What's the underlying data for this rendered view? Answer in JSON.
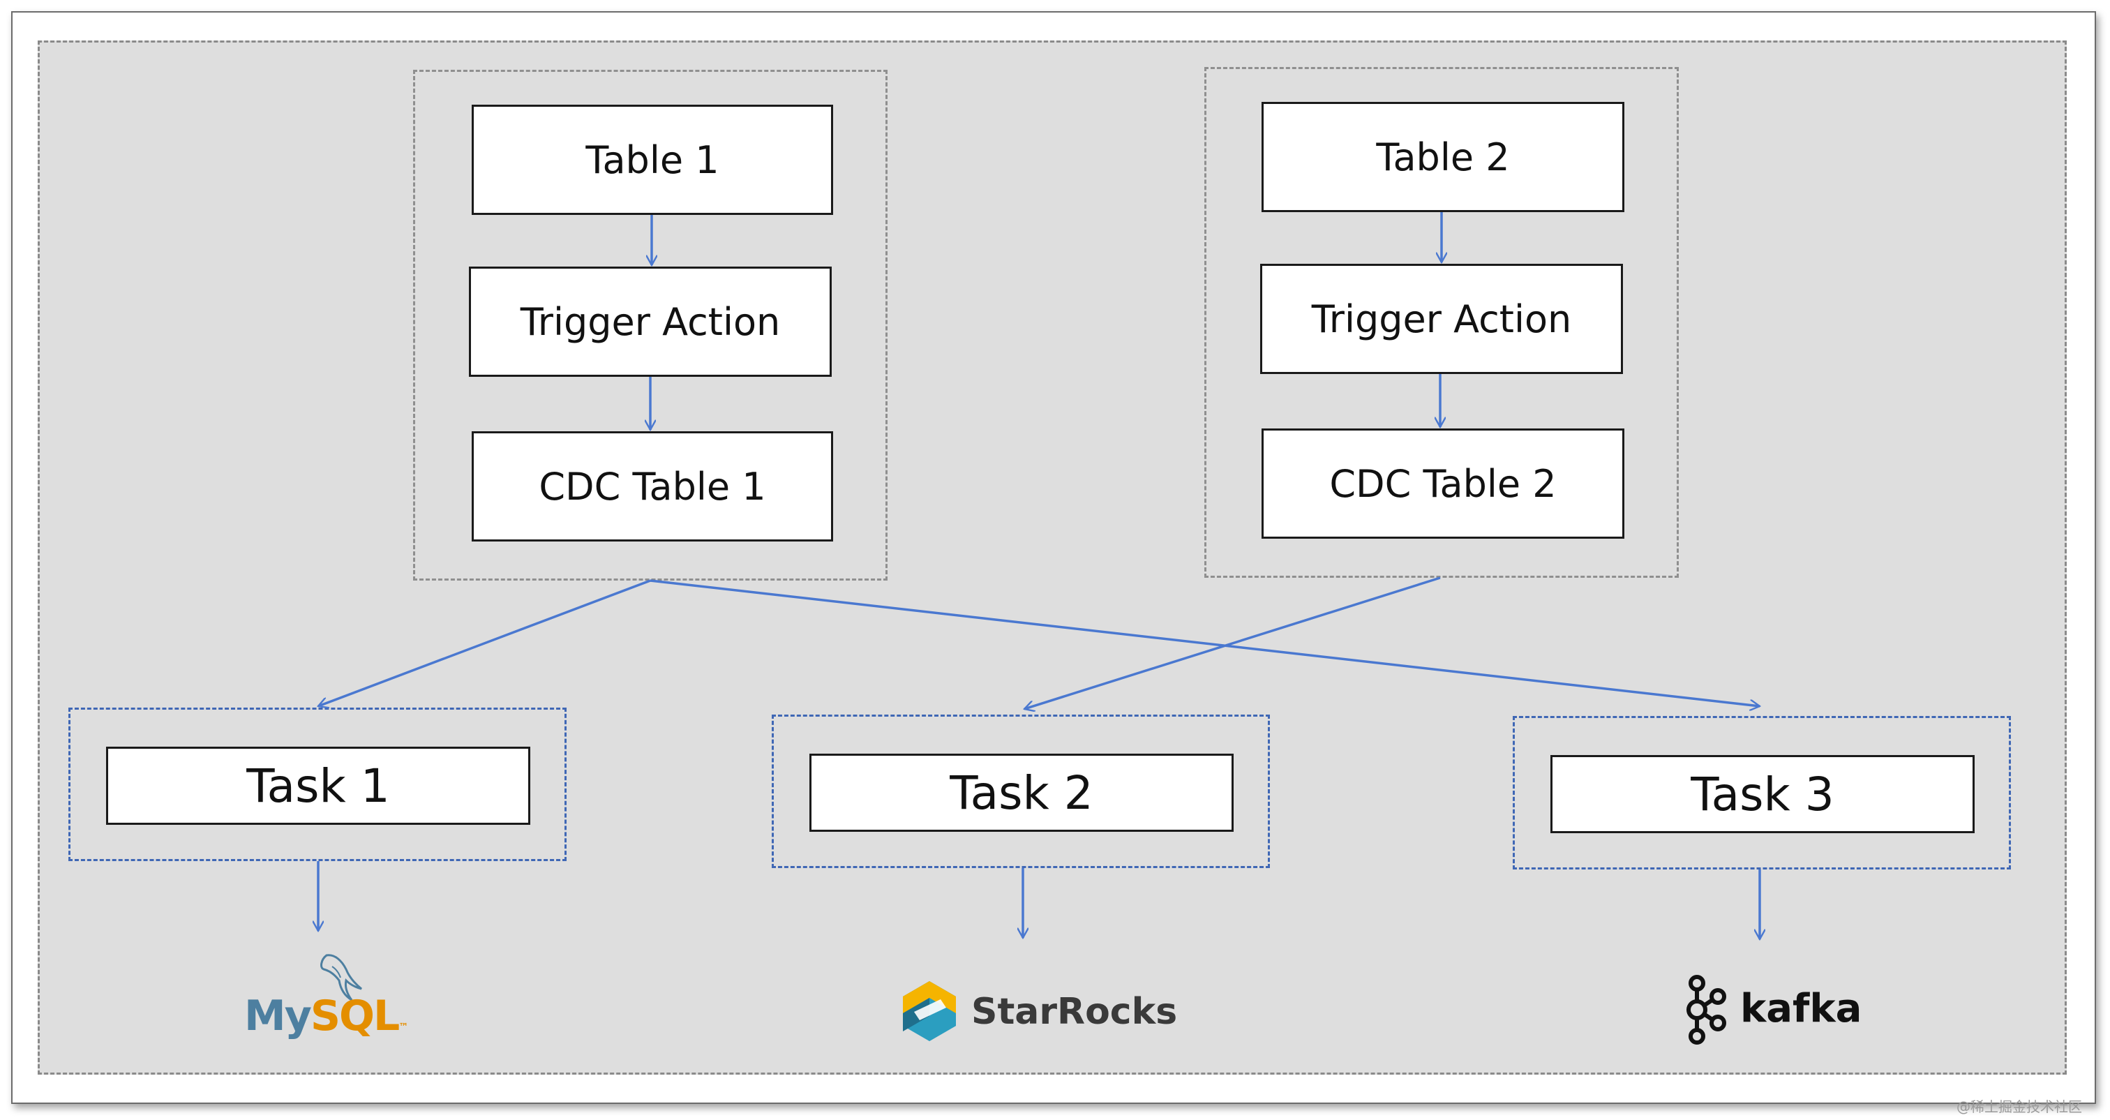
{
  "group1": {
    "table": "Table 1",
    "trigger": "Trigger Action",
    "cdc": "CDC Table 1"
  },
  "group2": {
    "table": "Table 2",
    "trigger": "Trigger Action",
    "cdc": "CDC Table 2"
  },
  "tasks": {
    "task1": "Task 1",
    "task2": "Task 2",
    "task3": "Task 3"
  },
  "sinks": {
    "mysql_my": "My",
    "mysql_sql": "SQL",
    "mysql_tm": "™",
    "starrocks": "StarRocks",
    "kafka": "kafka"
  },
  "watermark": "@稀土掘金技术社区",
  "colors": {
    "arrow": "#4a78d0",
    "canvas": "#dedede",
    "task_border": "#3f67b5",
    "mysql_blue": "#4d7fa0",
    "mysql_orange": "#e48e00",
    "starrocks_text": "#3a3a3a"
  }
}
